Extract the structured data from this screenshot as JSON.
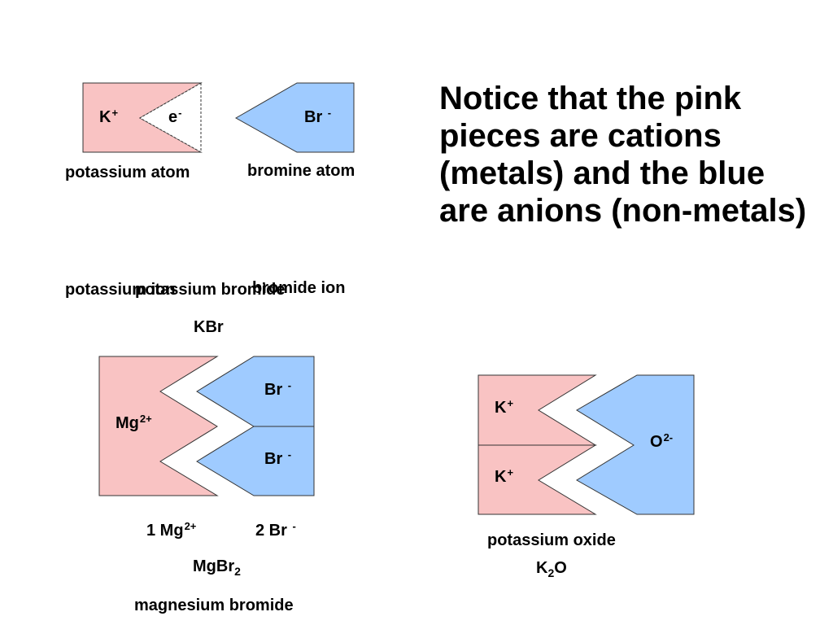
{
  "notice": {
    "text": "Notice that the pink pieces are cations (metals) and the blue are anions (non-metals)"
  },
  "colors": {
    "cation_fill": "#f9c3c3",
    "anion_fill": "#9fcbff",
    "outline": "#333333"
  },
  "top": {
    "k_symbol": "K",
    "k_charge": "+",
    "electron_symbol": "e",
    "electron_charge": "-",
    "br_symbol": "Br",
    "br_charge": "-",
    "potassium_atom_label": "potassium atom",
    "bromine_atom_label": "bromine atom"
  },
  "kbr": {
    "potassium_ion_label": "potassium ion",
    "bromide_ion_label": "bromide ion",
    "compound_name": "potassium bromide",
    "formula": "KBr"
  },
  "mgbr2": {
    "mg_symbol": "Mg",
    "mg_charge": "2+",
    "br_symbol": "Br",
    "br_charge": "-",
    "count_mg_prefix": "1 Mg",
    "count_mg_charge": "2+",
    "count_br_prefix": "2 Br",
    "count_br_charge": "-",
    "formula_main": "MgBr",
    "formula_sub": "2",
    "name": "magnesium bromide"
  },
  "k2o": {
    "k_symbol": "K",
    "k_charge": "+",
    "o_symbol": "O",
    "o_charge": "2-",
    "name": "potassium oxide",
    "formula_main": "K",
    "formula_sub": "2",
    "formula_end": "O"
  }
}
